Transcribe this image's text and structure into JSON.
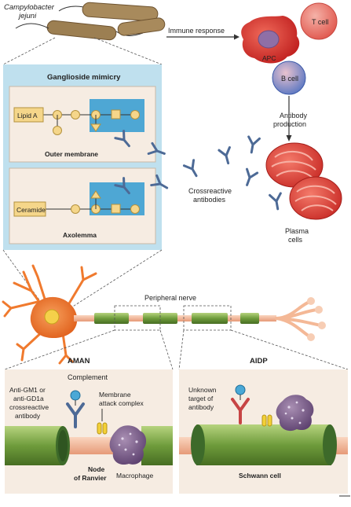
{
  "organism": {
    "line1": "Campylobacter",
    "line2": "jejuni"
  },
  "immune_response": "Immune response",
  "cells": {
    "t_cell": "T cell",
    "apc": "APC",
    "b_cell": "B cell"
  },
  "antibody_production": {
    "line1": "Antibody",
    "line2": "production"
  },
  "plasma_cells": {
    "line1": "Plasma",
    "line2": "cells"
  },
  "mimicry_panel": {
    "title": "Ganglioside mimicry",
    "lipid_a": "Lipid A",
    "outer_membrane": "Outer membrane",
    "ceramide": "Ceramide",
    "axolemma": "Axolemma"
  },
  "crossreactive": {
    "line1": "Crossreactive",
    "line2": "antibodies"
  },
  "peripheral_nerve": "Peripheral nerve",
  "aman": {
    "title": "AMAN",
    "complement": "Complement",
    "antibody": [
      "Anti-GM1 or",
      "anti-GD1a",
      "crossreactive",
      "antibody"
    ],
    "mac": [
      "Membrane",
      "attack complex"
    ],
    "node": [
      "Node",
      "of Ranvier"
    ],
    "macrophage": "Macrophage"
  },
  "aidp": {
    "title": "AIDP",
    "target": [
      "Unknown",
      "target of",
      "antibody"
    ],
    "schwann": "Schwann cell"
  },
  "colors": {
    "panel_blue": "#bfe0ee",
    "bacteria": "#a88a5c",
    "apc": "#d9322e",
    "plasma": "#e4453f",
    "b_cell": "#4a67b8",
    "myelin": "#7aa84a",
    "axon": "#f4c1a5",
    "neuron": "#f07a2e"
  }
}
